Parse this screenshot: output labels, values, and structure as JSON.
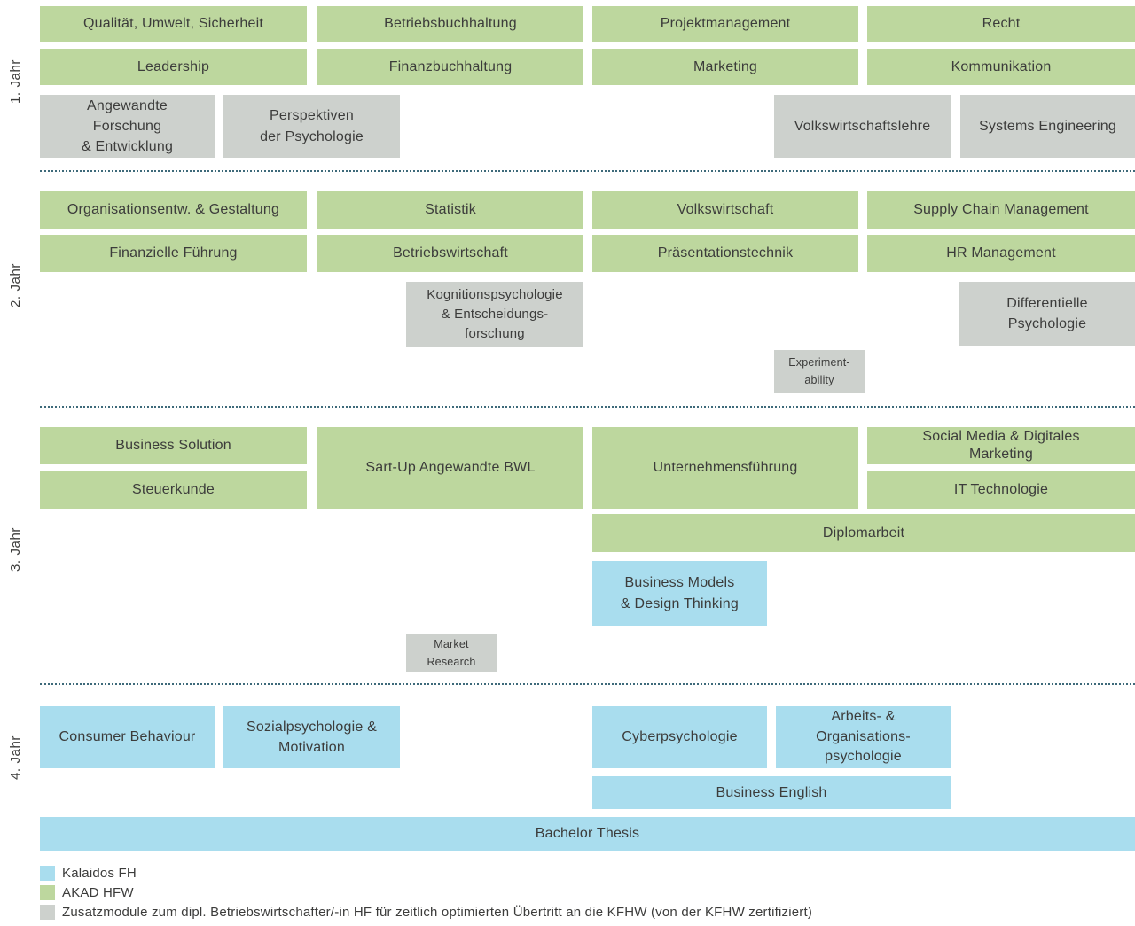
{
  "colors": {
    "kalaidos_blue": "#a9ddee",
    "akad_green": "#bdd79e",
    "zusatz_gray": "#cdd1cd",
    "text": "#3c3c3b",
    "divider": "#3e6a7a"
  },
  "year_labels": [
    "1. Jahr",
    "2. Jahr",
    "3. Jahr",
    "4. Jahr"
  ],
  "modules": {
    "qualitaet_umwelt_sicherheit": "Qualität, Umwelt, Sicherheit",
    "betriebsbuchhaltung": "Betriebsbuchhaltung",
    "projektmanagement": "Projektmanagement",
    "recht": "Recht",
    "leadership": "Leadership",
    "finanzbuchhaltung": "Finanzbuchhaltung",
    "marketing": "Marketing",
    "kommunikation": "Kommunikation",
    "angewandte_forschung": "Angewandte\nForschung\n& Entwicklung",
    "perspektiven_psychologie": "Perspektiven\nder Psychologie",
    "volkswirtschaftslehre": "Volkswirtschaftslehre",
    "systems_engineering": "Systems Engineering",
    "organisationsentw_gestaltung": "Organisationsentw. & Gestaltung",
    "statistik": "Statistik",
    "volkswirtschaft": "Volkswirtschaft",
    "supply_chain_management": "Supply Chain Management",
    "finanzielle_fuehrung": "Finanzielle Führung",
    "betriebswirtschaft": "Betriebswirtschaft",
    "praesentationstechnik": "Präsentationstechnik",
    "hr_management": "HR Management",
    "kognitionspsychologie": "Kognitionspsychologie\n& Entscheidungs-\nforschung",
    "differentielle_psychologie": "Differentielle\nPsychologie",
    "experimentability": "Experiment-\nability",
    "business_solution": "Business Solution",
    "steuerkunde": "Steuerkunde",
    "sartup_angewandte_bwl": "Sart-Up Angewandte BWL",
    "unternehmensfuehrung": "Unternehmensführung",
    "social_media_digitales_marketing": "Social Media & Digitales\nMarketing",
    "it_technologie": "IT Technologie",
    "diplomarbeit": "Diplomarbeit",
    "business_models_design_thinking": "Business Models\n& Design Thinking",
    "market_research": "Market\nResearch",
    "consumer_behaviour": "Consumer Behaviour",
    "sozialpsychologie_motivation": "Sozialpsychologie &\nMotivation",
    "cyberpsychologie": "Cyberpsychologie",
    "arbeits_organisationspsychologie": "Arbeits- &\nOrganisations-\npsychologie",
    "business_english": "Business English",
    "bachelor_thesis": "Bachelor Thesis"
  },
  "legend": {
    "items": [
      {
        "key": "kalaidos",
        "label": "Kalaidos FH",
        "color": "#a9ddee"
      },
      {
        "key": "akad",
        "label": "AKAD HFW",
        "color": "#bdd79e"
      },
      {
        "key": "zusatz",
        "label": "Zusatzmodule zum dipl. Betriebswirtschafter/-in HF für zeitlich optimierten Übertritt an die KFHW (von der KFHW zertifiziert)",
        "color": "#cdd1cd"
      }
    ]
  }
}
